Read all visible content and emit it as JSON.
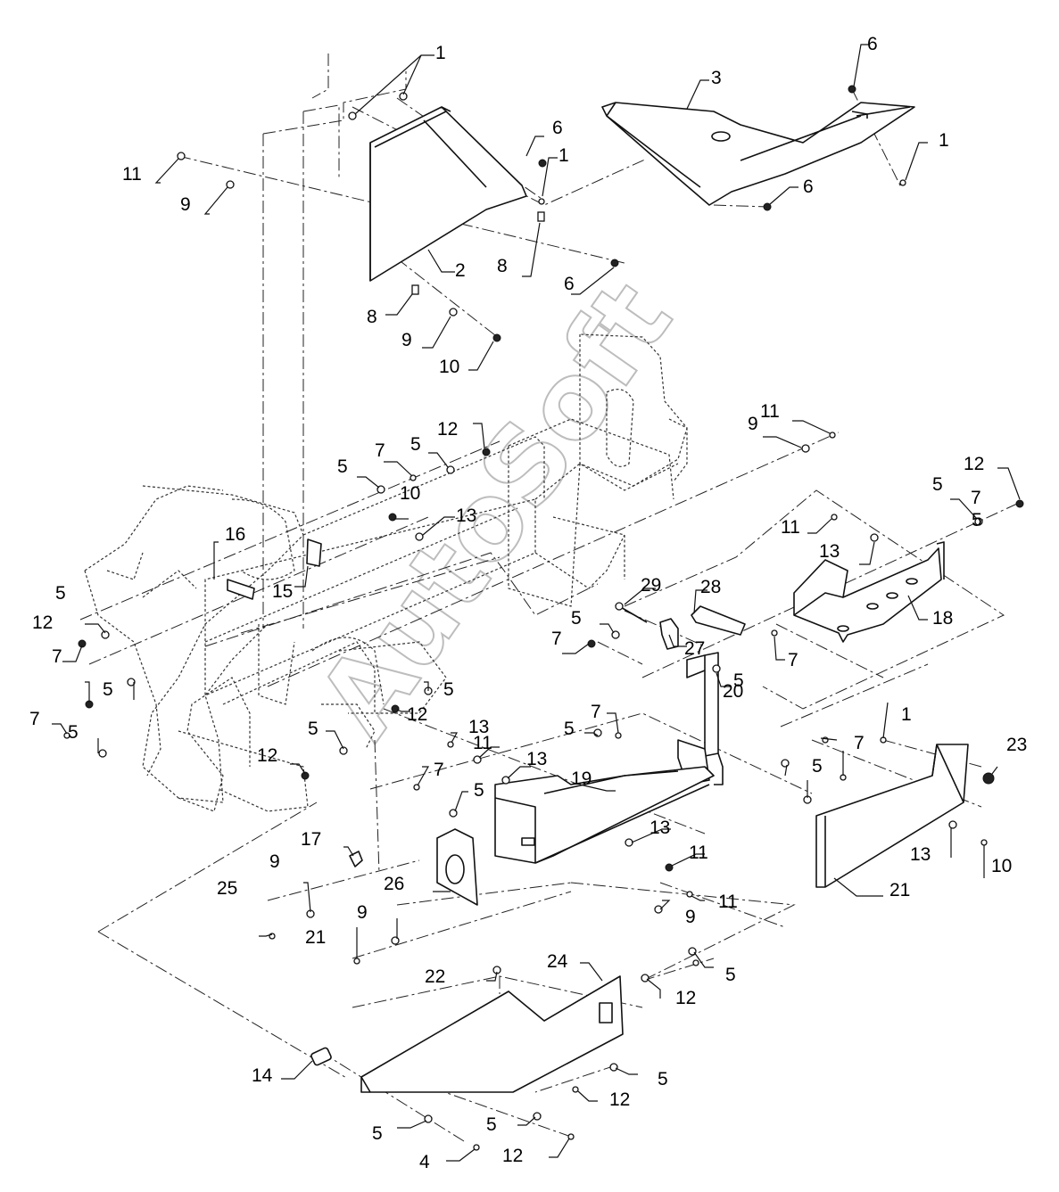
{
  "watermark": "AutoSoft",
  "callouts": [
    {
      "id": "c1a",
      "text": "1"
    },
    {
      "id": "c1b",
      "text": "1"
    },
    {
      "id": "c1c",
      "text": "1"
    },
    {
      "id": "c1d",
      "text": "1"
    },
    {
      "id": "c2",
      "text": "2"
    },
    {
      "id": "c3",
      "text": "3"
    },
    {
      "id": "c4",
      "text": "4"
    },
    {
      "id": "c5a",
      "text": "5"
    },
    {
      "id": "c5b",
      "text": "5"
    },
    {
      "id": "c5c",
      "text": "5"
    },
    {
      "id": "c5d",
      "text": "5"
    },
    {
      "id": "c5e",
      "text": "5"
    },
    {
      "id": "c5f",
      "text": "5"
    },
    {
      "id": "c5g",
      "text": "5"
    },
    {
      "id": "c5h",
      "text": "5"
    },
    {
      "id": "c5i",
      "text": "5"
    },
    {
      "id": "c5j",
      "text": "5"
    },
    {
      "id": "c5k",
      "text": "5"
    },
    {
      "id": "c5l",
      "text": "5"
    },
    {
      "id": "c5m",
      "text": "5"
    },
    {
      "id": "c5n",
      "text": "5"
    },
    {
      "id": "c5o",
      "text": "5"
    },
    {
      "id": "c5p",
      "text": "5"
    },
    {
      "id": "c5q",
      "text": "5"
    },
    {
      "id": "c5r",
      "text": "5"
    },
    {
      "id": "c6a",
      "text": "6"
    },
    {
      "id": "c6b",
      "text": "6"
    },
    {
      "id": "c6c",
      "text": "6"
    },
    {
      "id": "c6d",
      "text": "6"
    },
    {
      "id": "c7a",
      "text": "7"
    },
    {
      "id": "c7b",
      "text": "7"
    },
    {
      "id": "c7c",
      "text": "7"
    },
    {
      "id": "c7d",
      "text": "7"
    },
    {
      "id": "c7e",
      "text": "7"
    },
    {
      "id": "c7f",
      "text": "7"
    },
    {
      "id": "c7g",
      "text": "7"
    },
    {
      "id": "c7h",
      "text": "7"
    },
    {
      "id": "c7i",
      "text": "7"
    },
    {
      "id": "c8a",
      "text": "8"
    },
    {
      "id": "c8b",
      "text": "8"
    },
    {
      "id": "c9a",
      "text": "9"
    },
    {
      "id": "c9b",
      "text": "9"
    },
    {
      "id": "c9c",
      "text": "9"
    },
    {
      "id": "c9d",
      "text": "9"
    },
    {
      "id": "c9e",
      "text": "9"
    },
    {
      "id": "c9f",
      "text": "9"
    },
    {
      "id": "c10a",
      "text": "10"
    },
    {
      "id": "c10b",
      "text": "10"
    },
    {
      "id": "c10c",
      "text": "10"
    },
    {
      "id": "c11a",
      "text": "11"
    },
    {
      "id": "c11b",
      "text": "11"
    },
    {
      "id": "c11c",
      "text": "11"
    },
    {
      "id": "c11d",
      "text": "11"
    },
    {
      "id": "c11e",
      "text": "11"
    },
    {
      "id": "c11f",
      "text": "11"
    },
    {
      "id": "c12a",
      "text": "12"
    },
    {
      "id": "c12b",
      "text": "12"
    },
    {
      "id": "c12c",
      "text": "12"
    },
    {
      "id": "c12d",
      "text": "12"
    },
    {
      "id": "c12e",
      "text": "12"
    },
    {
      "id": "c12f",
      "text": "12"
    },
    {
      "id": "c12g",
      "text": "12"
    },
    {
      "id": "c12h",
      "text": "12"
    },
    {
      "id": "c13a",
      "text": "13"
    },
    {
      "id": "c13b",
      "text": "13"
    },
    {
      "id": "c13c",
      "text": "13"
    },
    {
      "id": "c13d",
      "text": "13"
    },
    {
      "id": "c13e",
      "text": "13"
    },
    {
      "id": "c13f",
      "text": "13"
    },
    {
      "id": "c14",
      "text": "14"
    },
    {
      "id": "c15",
      "text": "15"
    },
    {
      "id": "c16",
      "text": "16"
    },
    {
      "id": "c17",
      "text": "17"
    },
    {
      "id": "c18",
      "text": "18"
    },
    {
      "id": "c19",
      "text": "19"
    },
    {
      "id": "c20",
      "text": "20"
    },
    {
      "id": "c21a",
      "text": "21"
    },
    {
      "id": "c21b",
      "text": "21"
    },
    {
      "id": "c22",
      "text": "22"
    },
    {
      "id": "c23",
      "text": "23"
    },
    {
      "id": "c24",
      "text": "24"
    },
    {
      "id": "c25",
      "text": "25"
    },
    {
      "id": "c26",
      "text": "26"
    },
    {
      "id": "c27",
      "text": "27"
    },
    {
      "id": "c28",
      "text": "28"
    },
    {
      "id": "c29",
      "text": "29"
    }
  ]
}
